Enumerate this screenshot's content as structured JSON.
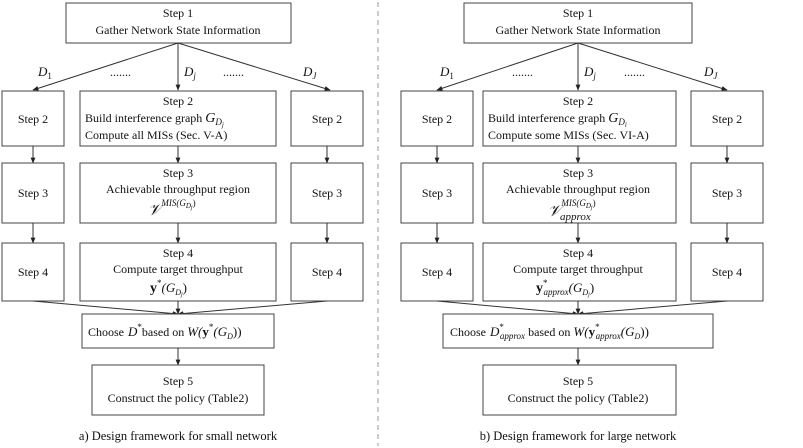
{
  "panels": [
    {
      "step1": {
        "title": "Step 1",
        "text": "Gather Network State Information"
      },
      "branch_labels": {
        "first": "D",
        "first_sub": "1",
        "mid": "D",
        "mid_sub": "j",
        "last": "D",
        "last_sub": "J",
        "ellipsis": "......."
      },
      "side": {
        "step2": "Step 2",
        "step3": "Step 3",
        "step4": "Step 4"
      },
      "center_step2": {
        "title": "Step 2",
        "line1": "Build interference graph",
        "line1_math": "G",
        "line1_sub": "D",
        "line1_subsub": "j",
        "line2": "Compute all MISs (Sec. V-A)"
      },
      "center_step3": {
        "title": "Step 3",
        "line1": "Achievable throughput region",
        "math_main": "𝒱",
        "math_sup": "MIS(G",
        "math_sup_sub": "D",
        "math_sup_subsub": "j",
        "math_sup_close": ")",
        "math_sub": ""
      },
      "center_step4": {
        "title": "Step 4",
        "line1": "Compute target throughput",
        "math_y": "y",
        "math_star": "*",
        "math_sub": "",
        "math_rest": "(G",
        "math_rest_sub": "D",
        "math_rest_subsub": "j",
        "math_close": ")"
      },
      "choose": {
        "pre": "Choose",
        "d": "D",
        "dstar": "*",
        "dsub": "",
        "mid": "based on",
        "w": "W(",
        "y": "y",
        "ystar": "*",
        "ysub": "",
        "g": "(G",
        "gsub": "D",
        "close": "))"
      },
      "step5": {
        "title": "Step 5",
        "text": "Construct the policy (Table2)"
      },
      "caption": "a) Design framework for small network"
    },
    {
      "step1": {
        "title": "Step 1",
        "text": "Gather Network State Information"
      },
      "branch_labels": {
        "first": "D",
        "first_sub": "1",
        "mid": "D",
        "mid_sub": "j",
        "last": "D",
        "last_sub": "J",
        "ellipsis": "......."
      },
      "side": {
        "step2": "Step 2",
        "step3": "Step 3",
        "step4": "Step 4"
      },
      "center_step2": {
        "title": "Step 2",
        "line1": "Build interference graph",
        "line1_math": "G",
        "line1_sub": "D",
        "line1_subsub": "i",
        "line2": "Compute some MISs (Sec. VI-A)"
      },
      "center_step3": {
        "title": "Step 3",
        "line1": "Achievable throughput region",
        "math_main": "𝒱",
        "math_sup": "MIS(G",
        "math_sup_sub": "D",
        "math_sup_subsub": "j",
        "math_sup_close": ")",
        "math_sub": "approx"
      },
      "center_step4": {
        "title": "Step 4",
        "line1": "Compute target throughput",
        "math_y": "y",
        "math_star": "*",
        "math_sub": "approx",
        "math_rest": "(G",
        "math_rest_sub": "D",
        "math_rest_subsub": "j",
        "math_close": ")"
      },
      "choose": {
        "pre": "Choose",
        "d": "D",
        "dstar": "*",
        "dsub": "approx",
        "mid": "based on",
        "w": "W(",
        "y": "y",
        "ystar": "*",
        "ysub": "approx",
        "g": "(G",
        "gsub": "D",
        "close": "))"
      },
      "step5": {
        "title": "Step 5",
        "text": "Construct the policy (Table2)"
      },
      "caption": "b) Design framework for large network"
    }
  ]
}
